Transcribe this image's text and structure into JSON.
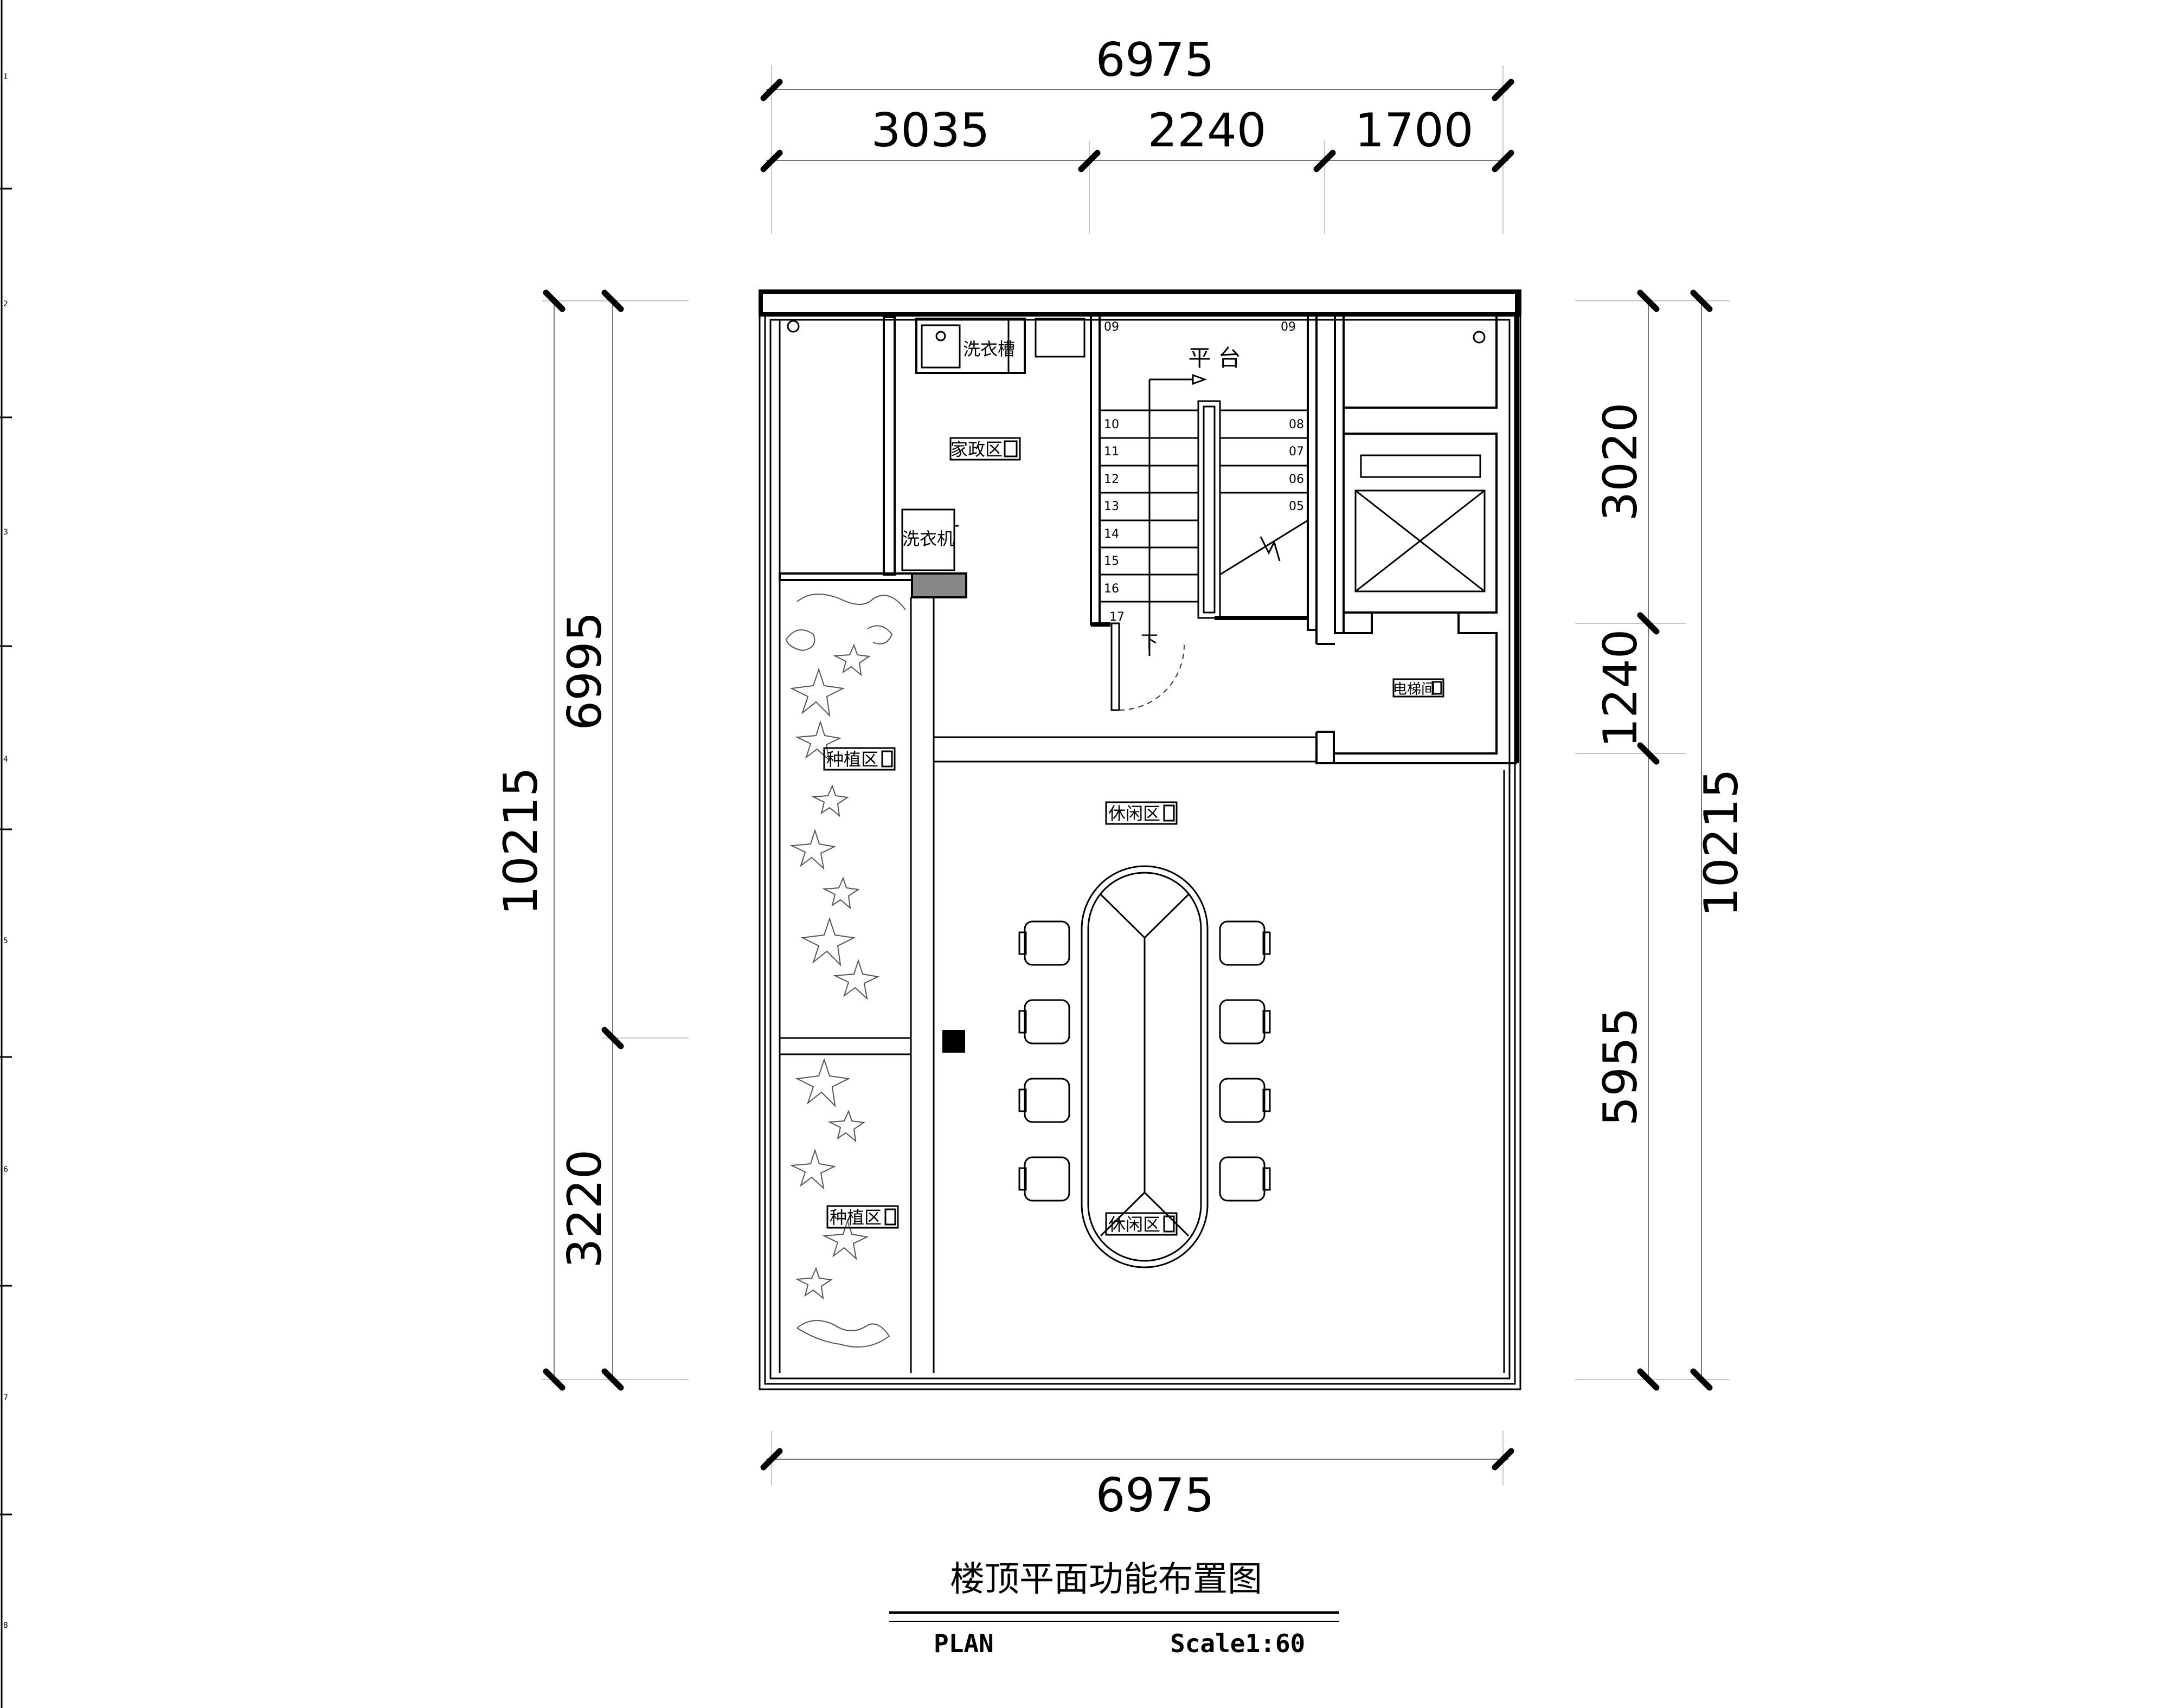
{
  "dimensions": {
    "top_total": "6975",
    "top_segment_1": "3035",
    "top_segment_2": "2240",
    "top_segment_3": "1700",
    "bottom_total": "6975",
    "left_total": "10215",
    "left_upper": "6995",
    "left_lower": "3220",
    "right_total": "10215",
    "right_upper": "3020",
    "right_middle": "1240",
    "right_lower": "5955"
  },
  "rooms": {
    "laundry_sink": "洗衣槽",
    "housekeeping": "家政区",
    "washing_machine": "洗衣机",
    "platform": "平  台",
    "down_arrow": "下",
    "elevator_room": "电梯间",
    "planting_1": "种植区",
    "planting_2": "种植区",
    "leisure_1": "休闲区",
    "leisure_2": "休闲区"
  },
  "stairs": {
    "left_steps": [
      "10",
      "11",
      "12",
      "13",
      "14",
      "15",
      "16",
      "17"
    ],
    "right_steps": [
      "08",
      "07",
      "06",
      "05"
    ],
    "landing_left": "09",
    "landing_right": "09"
  },
  "ruler": [
    "1",
    "2",
    "3",
    "4",
    "5",
    "6",
    "7",
    "8"
  ],
  "title": {
    "main": "楼顶平面功能布置图",
    "plan_label": "PLAN",
    "scale": "Scale1:60"
  }
}
